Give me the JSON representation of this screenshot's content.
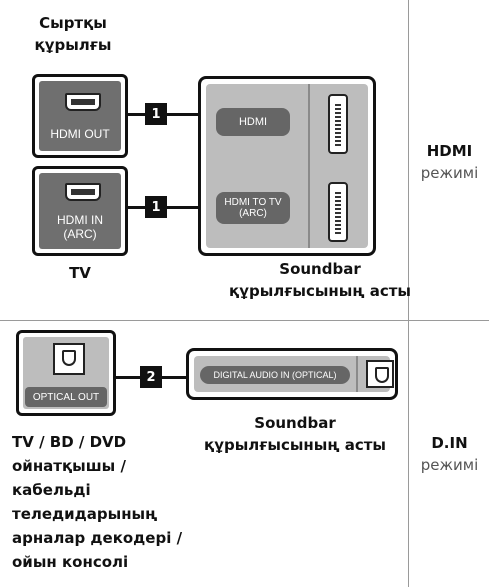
{
  "row1": {
    "source_title_line1": "Сыртқы",
    "source_title_line2": "құрылғы",
    "hdmi_out_label": "HDMI OUT",
    "hdmi_in_label_line1": "HDMI IN",
    "hdmi_in_label_line2": "(ARC)",
    "tv_label": "TV",
    "cable_badge_1": "1",
    "cable_badge_2": "1",
    "soundbar_hdmi_label": "HDMI",
    "soundbar_hdmi_to_tv_line1": "HDMI TO TV",
    "soundbar_hdmi_to_tv_line2": "(ARC)",
    "soundbar_caption_line1": "Soundbar",
    "soundbar_caption_line2": "құрылғысының асты",
    "mode_title": "HDMI",
    "mode_sub": "режимі"
  },
  "row2": {
    "optical_out_label": "OPTICAL OUT",
    "cable_badge": "2",
    "digital_audio_label": "DIGITAL AUDIO IN (OPTICAL)",
    "soundbar_caption_line1": "Soundbar",
    "soundbar_caption_line2": "құрылғысының асты",
    "source_lines": [
      "TV / BD / DVD",
      "ойнатқышы /",
      "кабельді",
      "теледидарының",
      "арналар декодері /",
      "ойын консолі"
    ],
    "mode_title": "D.IN",
    "mode_sub": "режимі"
  }
}
